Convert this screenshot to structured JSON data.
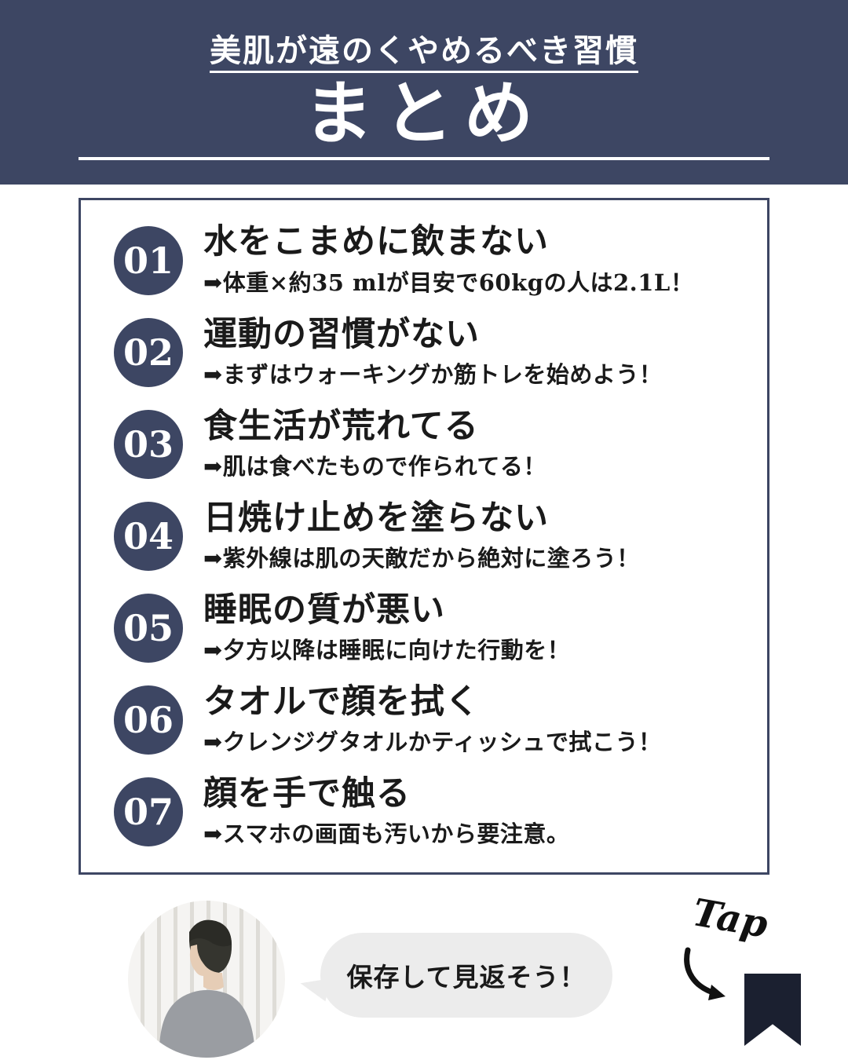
{
  "header": {
    "subtitle": "美肌が遠のくやめるべき習慣",
    "title": "まとめ"
  },
  "list": {
    "items": [
      {
        "number": "01",
        "title": "水をこまめに飲まない",
        "desc": "➡体重×約35 mlが目安で60kgの人は2.1L！"
      },
      {
        "number": "02",
        "title": "運動の習慣がない",
        "desc": "➡まずはウォーキングか筋トレを始めよう！"
      },
      {
        "number": "03",
        "title": "食生活が荒れてる",
        "desc": "➡肌は食べたもので作られてる！"
      },
      {
        "number": "04",
        "title": "日焼け止めを塗らない",
        "desc": "➡紫外線は肌の天敵だから絶対に塗ろう！"
      },
      {
        "number": "05",
        "title": "睡眠の質が悪い",
        "desc": "➡夕方以降は睡眠に向けた行動を！"
      },
      {
        "number": "06",
        "title": "タオルで顔を拭く",
        "desc": "➡クレンジグタオルかティッシュで拭こう！"
      },
      {
        "number": "07",
        "title": "顔を手で触る",
        "desc": "➡スマホの画面も汚いから要注意。"
      }
    ]
  },
  "footer": {
    "bubble_text": "保存して見返そう！",
    "tap_label": "Tap"
  },
  "colors": {
    "navy": "#3d4663",
    "bubble": "#ececec",
    "bookmark": "#1b2030"
  }
}
